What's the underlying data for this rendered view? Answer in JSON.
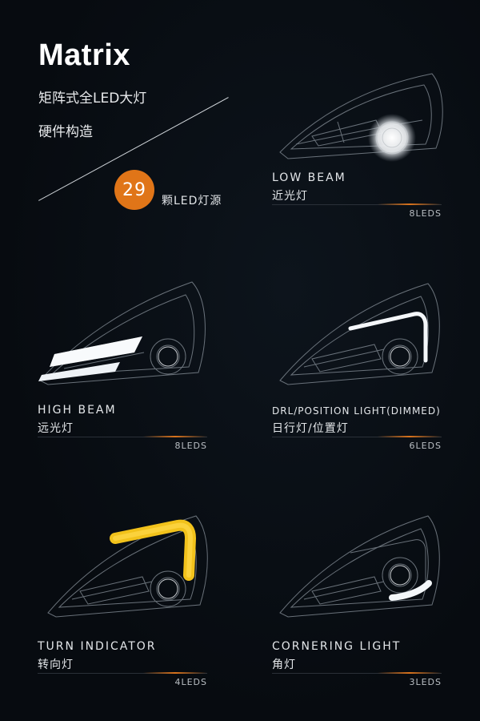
{
  "header": {
    "title": "Matrix",
    "subtitle_line1": "矩阵式全LED大灯",
    "subtitle_line2": "硬件构造",
    "led_count": "29",
    "led_count_label": "颗LED灯源"
  },
  "lamps": [
    {
      "en": "LOW BEAM",
      "cn": "近光灯",
      "leds": "8LEDS",
      "icon": "headlamp-low-beam-icon"
    },
    {
      "en": "HIGH BEAM",
      "cn": "远光灯",
      "leds": "8LEDS",
      "icon": "headlamp-high-beam-icon"
    },
    {
      "en": "DRL/POSITION LIGHT(DIMMED)",
      "cn": "日行灯/位置灯",
      "leds": "6LEDS",
      "icon": "headlamp-drl-icon"
    },
    {
      "en": "TURN INDICATOR",
      "cn": "转向灯",
      "leds": "4LEDS",
      "icon": "headlamp-turn-indicator-icon"
    },
    {
      "en": "CORNERING LIGHT",
      "cn": "角灯",
      "leds": "3LEDS",
      "icon": "headlamp-cornering-icon"
    }
  ],
  "colors": {
    "accent": "#e07518",
    "turn_amber": "#f2c21b",
    "light_white": "#f4f7fa"
  }
}
